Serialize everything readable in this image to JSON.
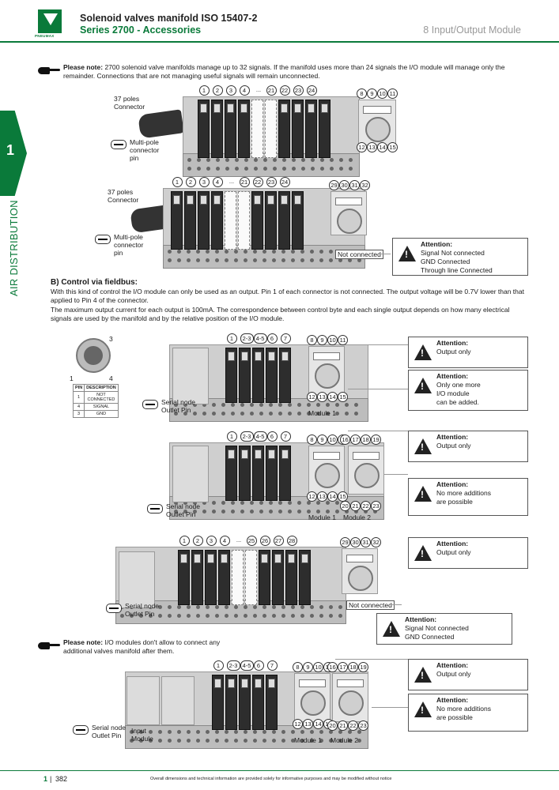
{
  "header": {
    "logo_text": "PNEUMAX",
    "title": "Solenoid valves manifold ISO 15407-2",
    "subtitle": "Series 2700 - Accessories",
    "section": "8 Input/Output Module",
    "colors": {
      "brand": "#0a7a3a"
    }
  },
  "side": {
    "number": "1",
    "label": "AIR DISTRIBUTION"
  },
  "note1": {
    "label": "Please note:",
    "text": "2700 solenoid valve manifolds manage up to 32 signals. If the manifold uses more than 24 signals the I/O module will manage only the remainder. Connections that are not managing useful signals will remain unconnected."
  },
  "fig1": {
    "connector": "37 poles\nConnector",
    "pin": "Multi-pole\nconnector\npin",
    "nums": [
      "1",
      "2",
      "3",
      "4",
      "...",
      "21",
      "22",
      "23",
      "24"
    ],
    "io_top": [
      "8",
      "9",
      "10",
      "11"
    ],
    "io_bot": [
      "12",
      "13",
      "14",
      "15"
    ]
  },
  "fig2": {
    "connector": "37 poles\nConnector",
    "pin": "Multi-pole\nconnector\npin",
    "nums": [
      "1",
      "2",
      "3",
      "4",
      "...",
      "21",
      "22",
      "23",
      "24"
    ],
    "io_top": [
      "29",
      "30",
      "31",
      "32"
    ],
    "not_connected": "Not connected",
    "attention": {
      "title": "Attention:",
      "lines": [
        "Signal Not connected",
        "GND Connected",
        "Through line Connected"
      ]
    }
  },
  "sectionB": {
    "heading": "B) Control via fieldbus:",
    "p1": "With this kind of control the I/O module can only be used as an output. Pin 1 of each connector is not connected. The output voltage will be 0.7V lower than that applied to Pin 4 of the connector.",
    "p2": "The maximum output current for each output is 100mA. The correspondence between control byte and each single output depends on how many electrical signals are used by the manifold and by the relative position of the I/O module."
  },
  "pin_table": {
    "head": [
      "PIN",
      "DESCRIPTION"
    ],
    "rows": [
      [
        "1",
        "NOT CONNECTED"
      ],
      [
        "4",
        "SIGNAL"
      ],
      [
        "3",
        "GND"
      ]
    ],
    "conn_labels": [
      "3",
      "1",
      "4"
    ]
  },
  "fig3": {
    "pin": "Serial node\nOutlet Pin",
    "nums": [
      "1",
      "2-3",
      "4-5",
      "6",
      "7"
    ],
    "io_top": [
      "8",
      "9",
      "10",
      "11"
    ],
    "io_bot": [
      "12",
      "13",
      "14",
      "15"
    ],
    "module": "Module 1",
    "attn1": {
      "title": "Attention:",
      "lines": [
        "Output only"
      ]
    },
    "attn2": {
      "title": "Attention:",
      "lines": [
        "Only one more",
        "I/O module",
        "can be added."
      ]
    }
  },
  "fig4": {
    "pin": "Serial node\nOutlet Pin",
    "nums": [
      "1",
      "2-3",
      "4-5",
      "6",
      "7"
    ],
    "io_top": [
      "8",
      "9",
      "10",
      "11",
      "16",
      "17",
      "18",
      "19"
    ],
    "io_bot": [
      "12",
      "13",
      "14",
      "15",
      "20",
      "21",
      "22",
      "23"
    ],
    "module1": "Module 1",
    "module2": "Module 2",
    "attn1": {
      "title": "Attention:",
      "lines": [
        "Output only"
      ]
    },
    "attn2": {
      "title": "Attention:",
      "lines": [
        "No more additions",
        "are possible"
      ]
    }
  },
  "fig5": {
    "pin": "Serial node\nOutlet Pin",
    "nums": [
      "1",
      "2",
      "3",
      "4",
      "...",
      "25",
      "26",
      "27",
      "28"
    ],
    "io_top": [
      "29",
      "30",
      "31",
      "32"
    ],
    "not_connected": "Not connected",
    "attn1": {
      "title": "Attention:",
      "lines": [
        "Output only"
      ]
    },
    "attn2": {
      "title": "Attention:",
      "lines": [
        "Signal Not connected",
        "GND Connected"
      ]
    }
  },
  "note2": {
    "label": "Please note:",
    "text": "I/O modules don't allow to connect any additional valves manifold after them."
  },
  "fig6": {
    "pin": "Serial node\nOutlet Pin",
    "input": "Input\nModule",
    "nums": [
      "1",
      "2-3",
      "4-5",
      "6",
      "7"
    ],
    "io_top": [
      "8",
      "9",
      "10",
      "11",
      "16",
      "17",
      "18",
      "19"
    ],
    "io_bot": [
      "12",
      "13",
      "14",
      "15",
      "20",
      "21",
      "22",
      "23"
    ],
    "module1": "Module 1",
    "module2": "Module 2",
    "attn1": {
      "title": "Attention:",
      "lines": [
        "Output only"
      ]
    },
    "attn2": {
      "title": "Attention:",
      "lines": [
        "No more additions",
        "are possible"
      ]
    }
  },
  "footer": {
    "page_num": "1",
    "page": "382",
    "disclaimer": "Overall dimensions and technical information are provided solely for informative purposes and may be modified without notice"
  }
}
